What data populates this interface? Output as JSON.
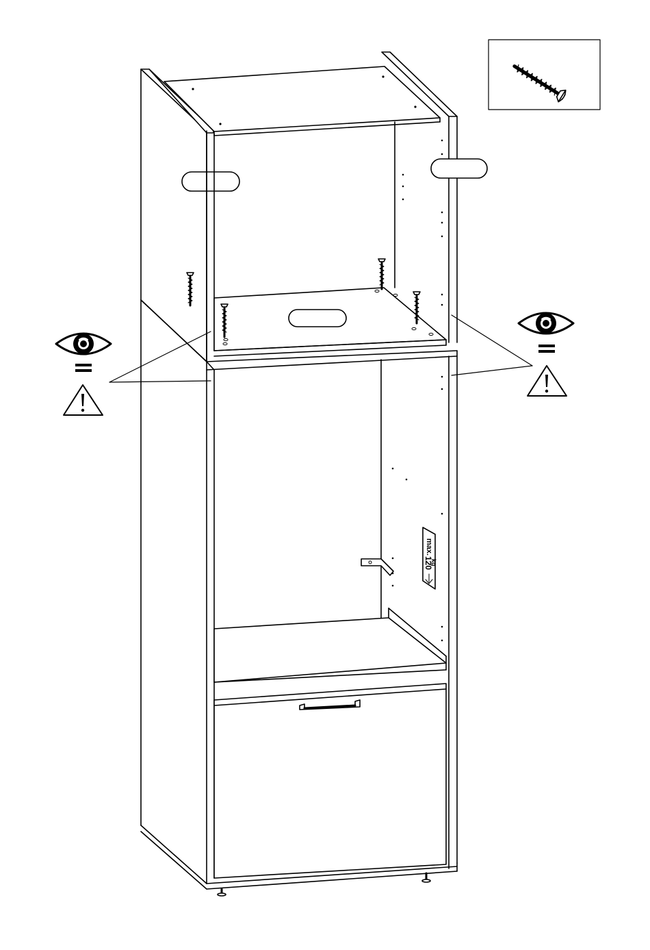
{
  "colors": {
    "ink": "#000000",
    "paper": "#ffffff",
    "shade": "#f4f4f4"
  },
  "icons": [
    "screw-icon",
    "eye-icon",
    "equals-icon",
    "warning-icon"
  ],
  "label": {
    "line1": "max.",
    "line2": "120",
    "unit": "kg"
  }
}
